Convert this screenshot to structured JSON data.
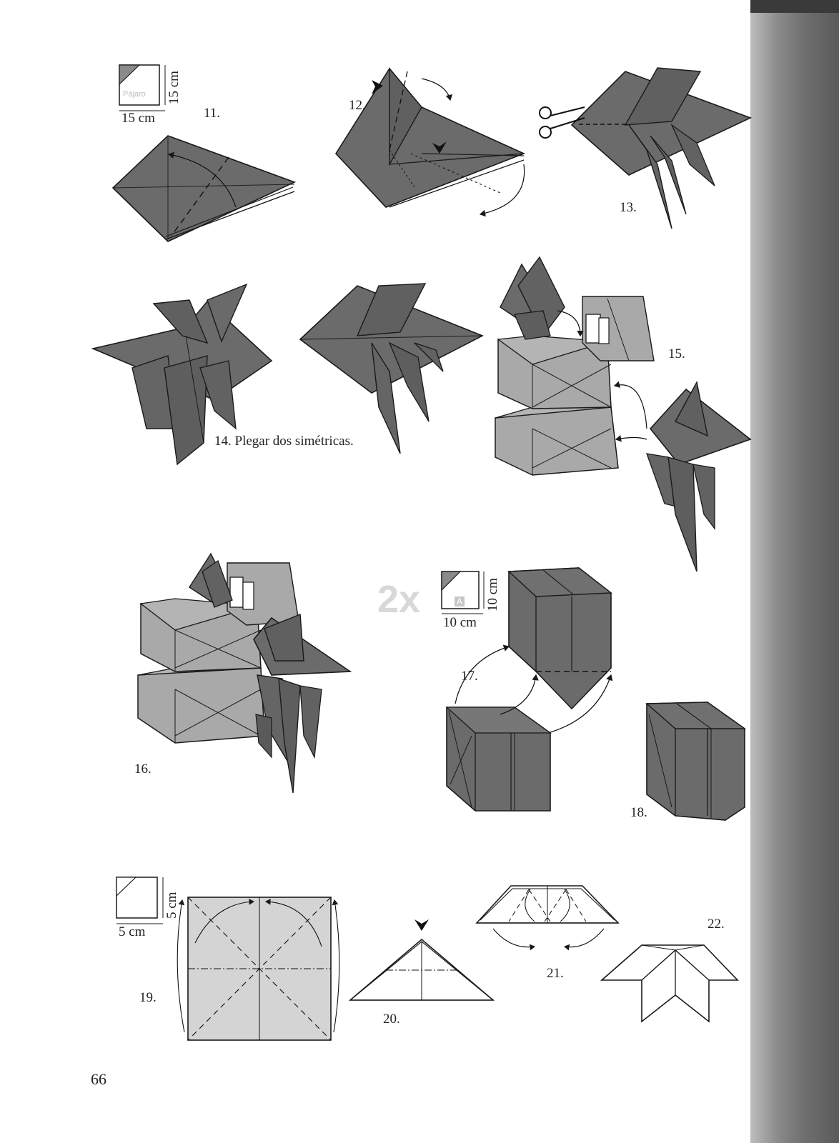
{
  "page_number": "66",
  "colors": {
    "paper_dark": "#6b6b6b",
    "paper_light": "#a9a9a9",
    "paper_white": "#ffffff",
    "line": "#1a1a1a",
    "spine": "#7a7a7a"
  },
  "paper_specs": [
    {
      "id": "bird",
      "width": "15 cm",
      "height": "15 cm",
      "tag": "Pájaro"
    },
    {
      "id": "box",
      "multiplier": "2x",
      "width": "10 cm",
      "height": "10 cm",
      "tag": "A"
    },
    {
      "id": "flower",
      "width": "5 cm",
      "height": "5 cm"
    }
  ],
  "steps": [
    {
      "id": "s11",
      "label": "11."
    },
    {
      "id": "s12",
      "label": "12."
    },
    {
      "id": "s13",
      "label": "13."
    },
    {
      "id": "s14",
      "label": "14. Plegar dos simétricas."
    },
    {
      "id": "s15",
      "label": "15."
    },
    {
      "id": "s16",
      "label": "16."
    },
    {
      "id": "s17",
      "label": "17."
    },
    {
      "id": "s18",
      "label": "18."
    },
    {
      "id": "s19",
      "label": "19."
    },
    {
      "id": "s20",
      "label": "20."
    },
    {
      "id": "s21",
      "label": "21."
    },
    {
      "id": "s22",
      "label": "22."
    }
  ],
  "icons": {
    "scissors": "scissors-icon",
    "push_arrow": "push-arrow-icon",
    "fold_arrow": "fold-arrow-icon"
  }
}
